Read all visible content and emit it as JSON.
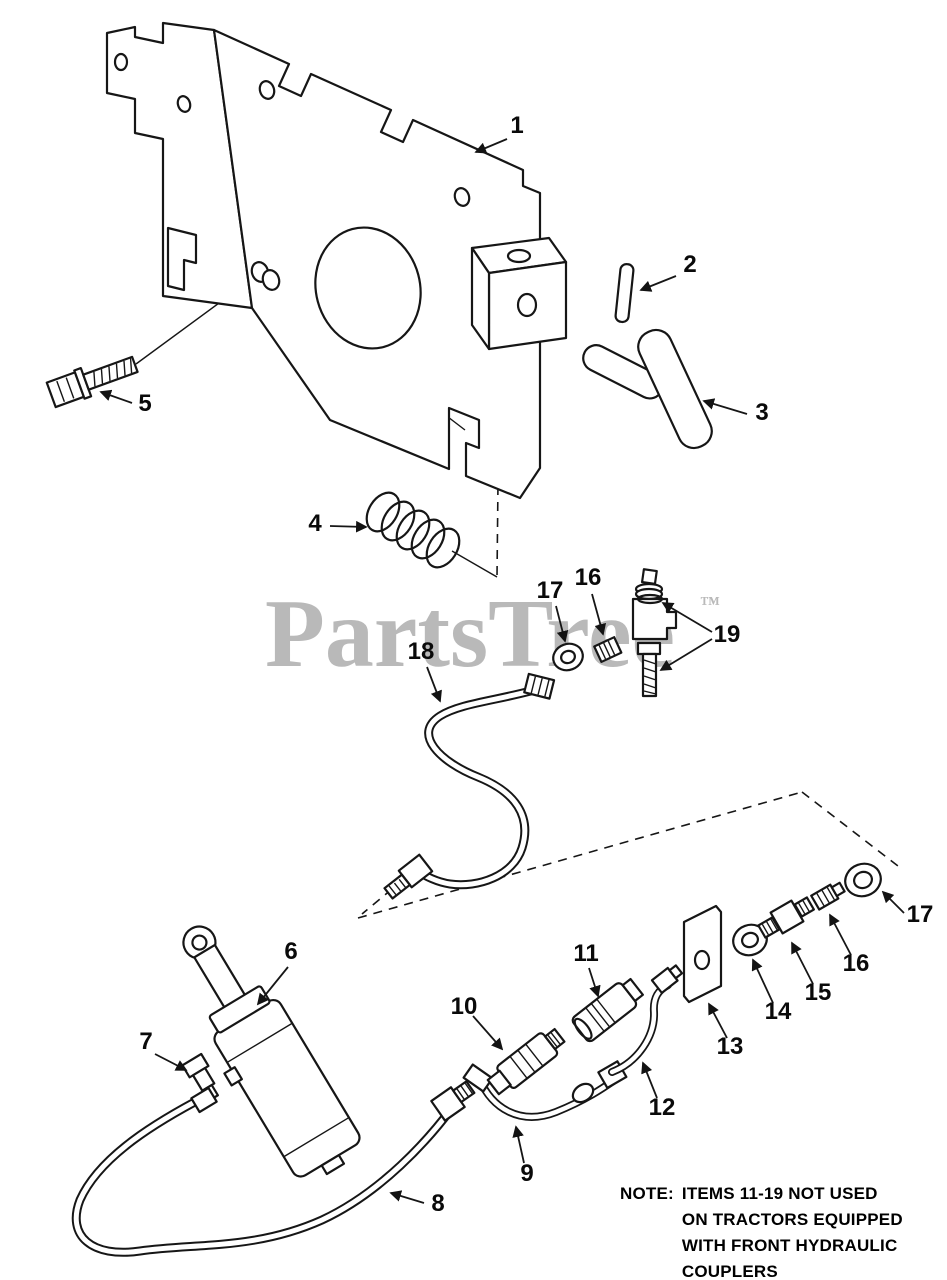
{
  "watermark": {
    "text": "PartsTree",
    "tm": "™"
  },
  "callouts": {
    "c1": "1",
    "c2": "2",
    "c3": "3",
    "c4": "4",
    "c5": "5",
    "c6": "6",
    "c7": "7",
    "c8": "8",
    "c9": "9",
    "c10": "10",
    "c11": "11",
    "c12": "12",
    "c13": "13",
    "c14": "14",
    "c15": "15",
    "c16_top": "16",
    "c17_top": "17",
    "c16_bottom": "16",
    "c17_bottom": "17",
    "c18": "18",
    "c19": "19"
  },
  "note": {
    "label": "NOTE:",
    "lines": [
      "ITEMS 11-19 NOT USED",
      "ON TRACTORS EQUIPPED",
      "WITH FRONT HYDRAULIC",
      "COUPLERS"
    ]
  },
  "colors": {
    "background": "#ffffff",
    "line": "#141414",
    "watermark": "#b9b9b9"
  }
}
